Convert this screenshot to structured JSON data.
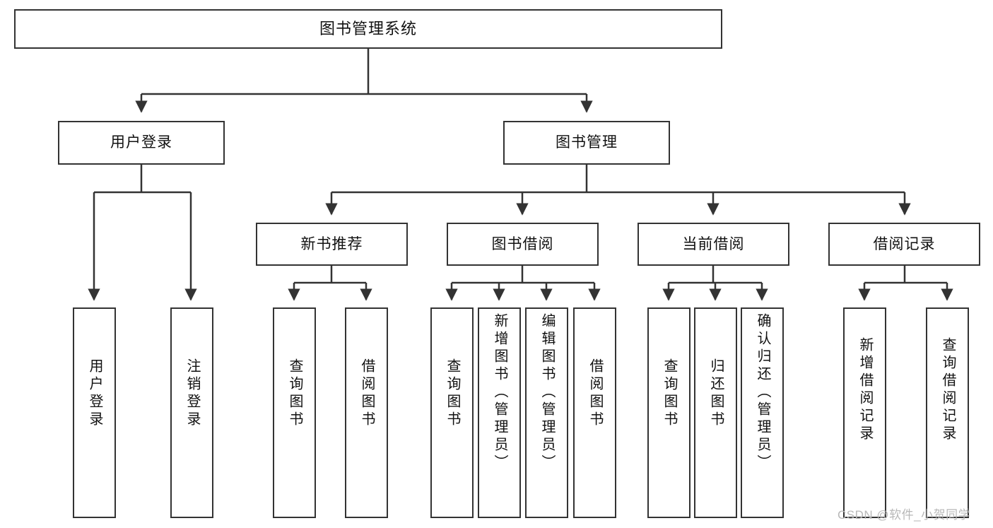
{
  "diagram": {
    "title": "图书管理系统",
    "type": "hierarchy-tree",
    "watermark": "CSDN @软件_小贺同学",
    "colors": {
      "box_border": "#333333",
      "box_fill": "#ffffff",
      "connector": "#333333",
      "text": "#111111",
      "watermark": "#b8b8b8"
    },
    "root": {
      "label": "图书管理系统"
    },
    "level2": [
      {
        "label": "用户登录"
      },
      {
        "label": "图书管理"
      }
    ],
    "level3": [
      {
        "label": "新书推荐"
      },
      {
        "label": "图书借阅"
      },
      {
        "label": "当前借阅"
      },
      {
        "label": "借阅记录"
      }
    ],
    "leaves": {
      "user_login": [
        {
          "label": "用户登录"
        },
        {
          "label": "注销登录"
        }
      ],
      "new_book_recommend": [
        {
          "label": "查询图书"
        },
        {
          "label": "借阅图书"
        }
      ],
      "book_borrow": [
        {
          "label": "查询图书"
        },
        {
          "label": "新增图书（管理员）"
        },
        {
          "label": "编辑图书（管理员）"
        },
        {
          "label": "借阅图书"
        }
      ],
      "current_borrow": [
        {
          "label": "查询图书"
        },
        {
          "label": "归还图书"
        },
        {
          "label": "确认归还（管理员）"
        }
      ],
      "borrow_record": [
        {
          "label": "新增借阅记录"
        },
        {
          "label": "查询借阅记录"
        }
      ]
    }
  }
}
